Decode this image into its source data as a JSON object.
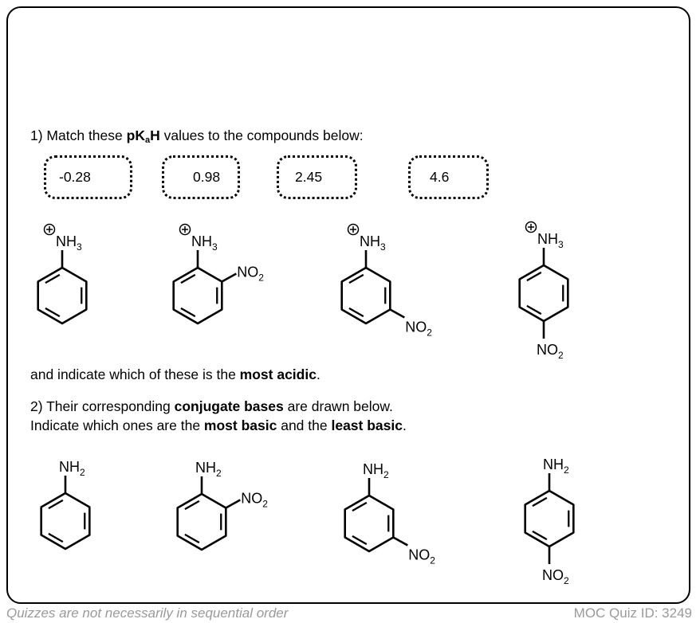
{
  "question1": {
    "prefix": "1) Match these ",
    "term_main": "pK",
    "term_sub": "a",
    "term_end": "H",
    "suffix": " values to the compounds below:"
  },
  "pka_values": [
    "-0.28",
    "0.98",
    "2.45",
    "4.6"
  ],
  "acidic_line": {
    "prefix": "and indicate which of these is the ",
    "bold": "most acidic",
    "suffix": "."
  },
  "question2": {
    "line1_prefix": "2) Their corresponding ",
    "line1_bold": "conjugate bases",
    "line1_suffix": " are drawn below.",
    "line2_prefix": "Indicate which ones are the ",
    "line2_bold1": "most basic",
    "line2_mid": " and the ",
    "line2_bold2": "least basic",
    "line2_suffix": "."
  },
  "acids": [
    {
      "name": "anilinium",
      "top": {
        "main": "NH",
        "sub": "3",
        "charge": "+"
      },
      "nitro": null
    },
    {
      "name": "2-nitroanilinium",
      "top": {
        "main": "NH",
        "sub": "3",
        "charge": "+"
      },
      "nitro": {
        "position": "ortho",
        "main": "NO",
        "sub": "2"
      }
    },
    {
      "name": "3-nitroanilinium",
      "top": {
        "main": "NH",
        "sub": "3",
        "charge": "+"
      },
      "nitro": {
        "position": "meta",
        "main": "NO",
        "sub": "2"
      }
    },
    {
      "name": "4-nitroanilinium",
      "top": {
        "main": "NH",
        "sub": "3",
        "charge": "+"
      },
      "nitro": {
        "position": "para",
        "main": "NO",
        "sub": "2"
      }
    }
  ],
  "bases": [
    {
      "name": "aniline",
      "top": {
        "main": "NH",
        "sub": "2",
        "charge": null
      },
      "nitro": null
    },
    {
      "name": "2-nitroaniline",
      "top": {
        "main": "NH",
        "sub": "2",
        "charge": null
      },
      "nitro": {
        "position": "ortho",
        "main": "NO",
        "sub": "2"
      }
    },
    {
      "name": "3-nitroaniline",
      "top": {
        "main": "NH",
        "sub": "2",
        "charge": null
      },
      "nitro": {
        "position": "meta",
        "main": "NO",
        "sub": "2"
      }
    },
    {
      "name": "4-nitroaniline",
      "top": {
        "main": "NH",
        "sub": "2",
        "charge": null
      },
      "nitro": {
        "position": "para",
        "main": "NO",
        "sub": "2"
      }
    }
  ],
  "footer": {
    "left": "Quizzes are not necessarily in sequential order",
    "right": "MOC Quiz ID: 3249"
  }
}
